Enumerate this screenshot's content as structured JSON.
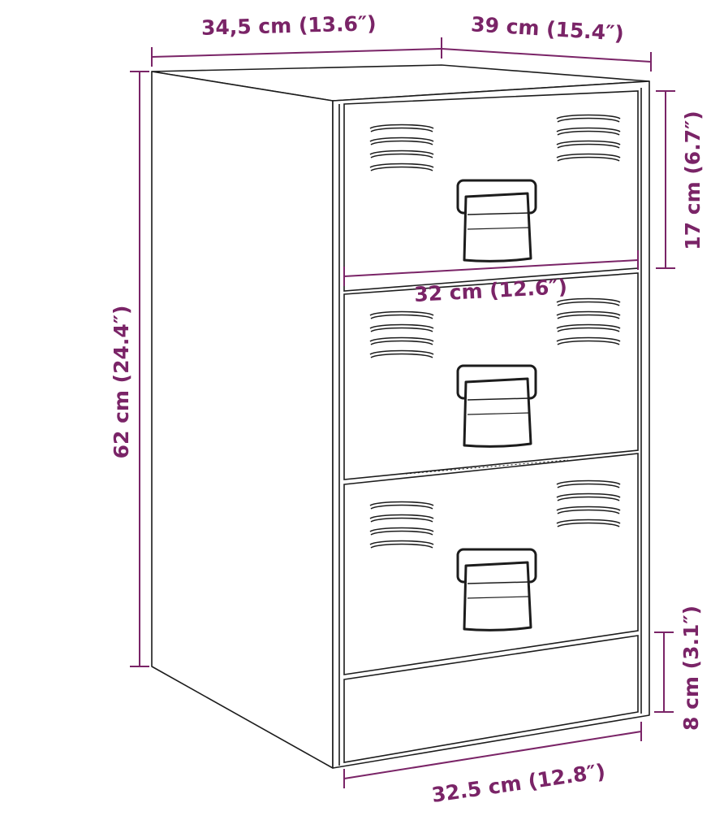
{
  "colors": {
    "accent": "#7a2467",
    "line": "#1c1c1c",
    "background": "#ffffff"
  },
  "dimensions": {
    "top_width": "34,5 cm (13.6″)",
    "top_depth": "39 cm (15.4″)",
    "drawer_height": "17 cm (6.7″)",
    "drawer_width": "32 cm (12.6″)",
    "total_height": "62 cm (24.4″)",
    "base_height": "8 cm (3.1″)",
    "base_width": "32.5 cm (12.8″)"
  }
}
